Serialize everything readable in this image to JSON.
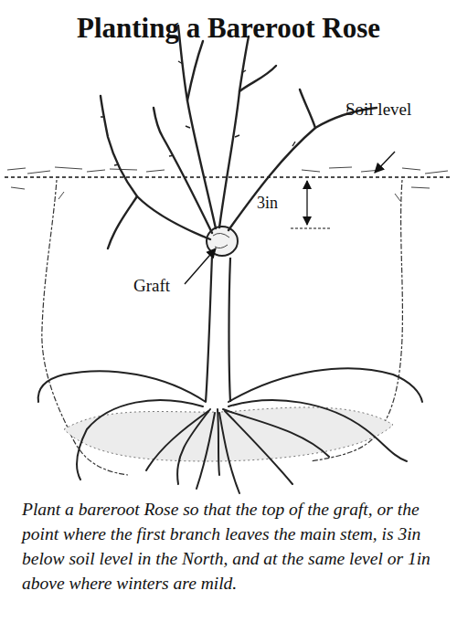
{
  "diagram": {
    "title": "Planting a Bareroot Rose",
    "caption": "Plant a bareroot Rose so that the top of the graft, or the point where the first branch leaves the main stem, is 3in below soil level in the North, and at the same level or 1in above where winters are mild.",
    "labels": [
      "Soil level",
      "3in",
      "Graft"
    ]
  }
}
